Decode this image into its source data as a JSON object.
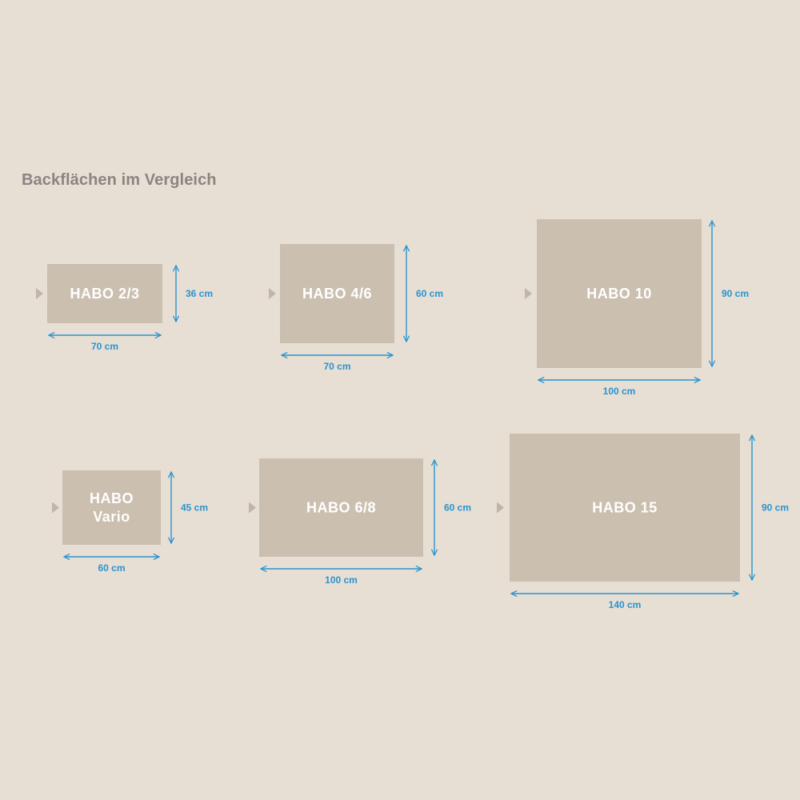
{
  "heading": "Backflächen im Vergleich",
  "colors": {
    "background": "#e7dfd4",
    "box": "#cbbfb0",
    "pointer": "#bfb5a8",
    "dimension": "#2a93cf",
    "heading": "#8a8580"
  },
  "icons": {
    "pointer": "triangle-right-icon",
    "dimension": "double-arrow-icon"
  },
  "models": [
    {
      "name": [
        "HABO 2/3"
      ],
      "width": "70 cm",
      "height": "36 cm"
    },
    {
      "name": [
        "HABO 4/6"
      ],
      "width": "70 cm",
      "height": "60 cm"
    },
    {
      "name": [
        "HABO 10"
      ],
      "width": "100 cm",
      "height": "90 cm"
    },
    {
      "name": [
        "HABO",
        "Vario"
      ],
      "width": "60 cm",
      "height": "45 cm"
    },
    {
      "name": [
        "HABO 6/8"
      ],
      "width": "100 cm",
      "height": "60 cm"
    },
    {
      "name": [
        "HABO 15"
      ],
      "width": "140 cm",
      "height": "90 cm"
    }
  ]
}
